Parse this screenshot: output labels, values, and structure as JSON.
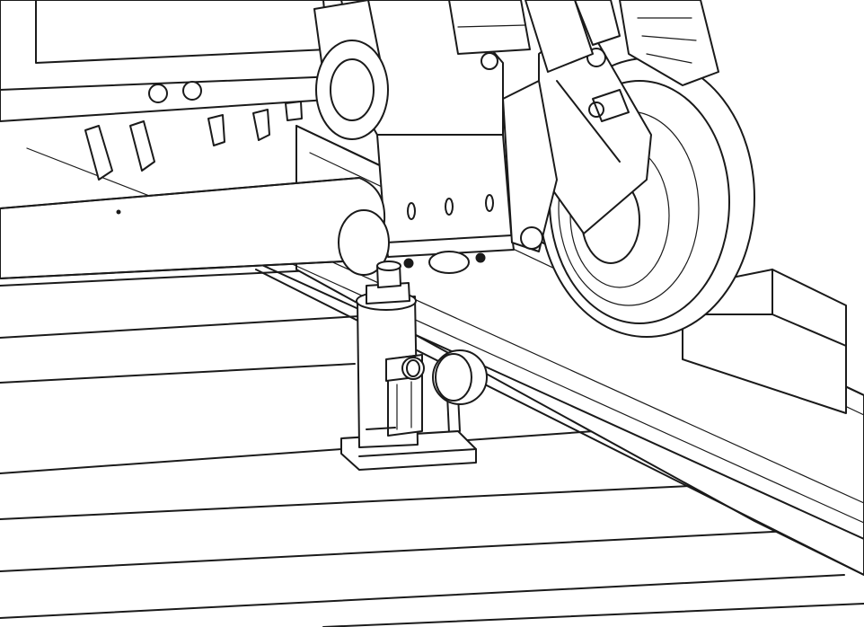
{
  "figure": {
    "style": "black-and-white technical line drawing",
    "ink_color": "#1a1a1a",
    "paper_color": "#ffffff",
    "subject_parts": [
      "floor-planks",
      "rail",
      "bogie-frame",
      "sand-pipes",
      "axle-box",
      "wheel",
      "hydraulic-jack",
      "pressure-gauge",
      "jack-base-plate"
    ]
  }
}
